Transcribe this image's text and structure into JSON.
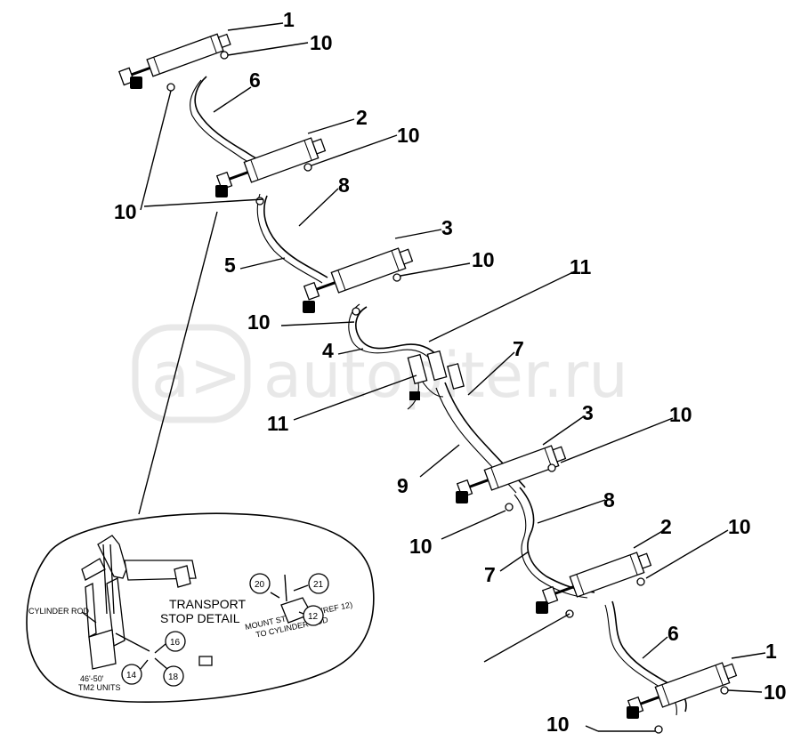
{
  "watermark": {
    "text": "autopiter.ru",
    "logo_text": "a>"
  },
  "callouts": [
    "1",
    "10",
    "6",
    "2",
    "10",
    "8",
    "10",
    "3",
    "10",
    "5",
    "11",
    "10",
    "4",
    "7",
    "11",
    "3",
    "10",
    "9",
    "8",
    "10",
    "2",
    "10",
    "7",
    "6",
    "1",
    "10",
    "10"
  ],
  "detail": {
    "title_line1": "TRANSPORT",
    "title_line2": "STOP DETAIL",
    "cylinder_rod_label": "CYLINDER ROD",
    "units_line1": "46'-50'",
    "units_line2": "TM2 UNITS",
    "mount_line1": "MOUNT STOPLOCK (REF 12)",
    "mount_line2": "TO CYLINDER ROD",
    "circle_labels": [
      "16",
      "14",
      "18",
      "20",
      "21",
      "12"
    ]
  }
}
